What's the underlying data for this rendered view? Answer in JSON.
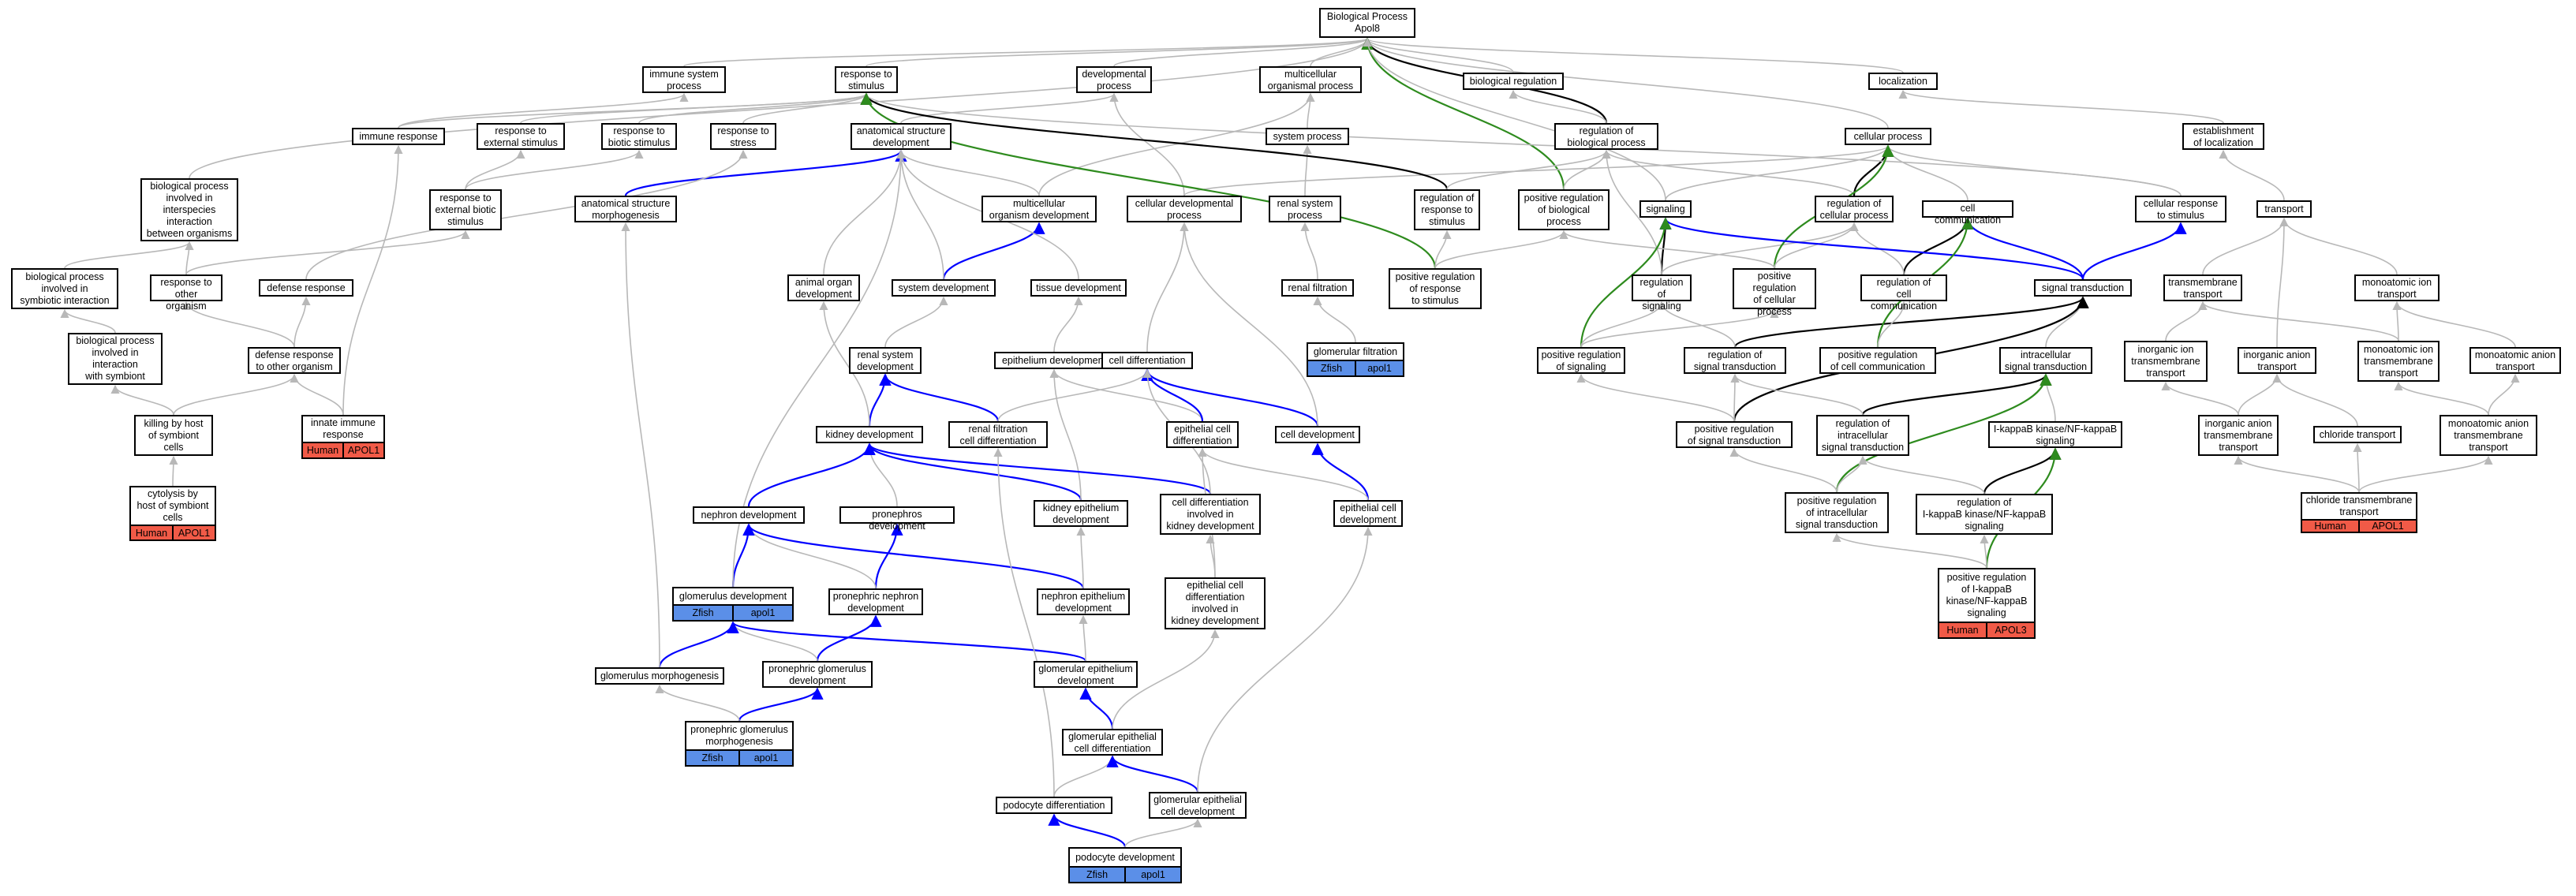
{
  "colors": {
    "grey": "#b8b8b8",
    "black": "#000000",
    "blue": "#0000ff",
    "green": "#2e8b1e",
    "human": "#f15a47",
    "zfish": "#5b8fe8"
  },
  "nodes": [
    {
      "id": "bp",
      "label": "Biological Process\nApol8"
    },
    {
      "id": "immune_sys",
      "label": "immune system\nprocess"
    },
    {
      "id": "resp_stim",
      "label": "response to\nstimulus"
    },
    {
      "id": "dev_proc",
      "label": "developmental\nprocess"
    },
    {
      "id": "multi_org",
      "label": "multicellular\norganismal process"
    },
    {
      "id": "bio_reg",
      "label": "biological regulation"
    },
    {
      "id": "localization",
      "label": "localization"
    },
    {
      "id": "immune_resp",
      "label": "immune response"
    },
    {
      "id": "resp_ext",
      "label": "response to\nexternal stimulus"
    },
    {
      "id": "resp_biotic",
      "label": "response to\nbiotic stimulus"
    },
    {
      "id": "resp_stress",
      "label": "response to\nstress"
    },
    {
      "id": "anat_dev",
      "label": "anatomical structure\ndevelopment"
    },
    {
      "id": "sys_proc",
      "label": "system process"
    },
    {
      "id": "reg_bp",
      "label": "regulation of\nbiological process"
    },
    {
      "id": "cell_proc",
      "label": "cellular process"
    },
    {
      "id": "estab_loc",
      "label": "establishment\nof localization"
    },
    {
      "id": "bp_interspecies",
      "label": "biological process\ninvolved in\ninterspecies\ninteraction\nbetween organisms"
    },
    {
      "id": "resp_ext_biotic",
      "label": "response to\nexternal biotic\nstimulus"
    },
    {
      "id": "anat_morph",
      "label": "anatomical structure\nmorphogenesis"
    },
    {
      "id": "multi_dev",
      "label": "multicellular\norganism development"
    },
    {
      "id": "cell_dev_proc",
      "label": "cellular developmental\nprocess"
    },
    {
      "id": "renal_sys_proc",
      "label": "renal system\nprocess"
    },
    {
      "id": "reg_resp_stim",
      "label": "regulation of\nresponse to\nstimulus"
    },
    {
      "id": "pos_reg_bp",
      "label": "positive regulation\nof biological\nprocess"
    },
    {
      "id": "signaling",
      "label": "signaling"
    },
    {
      "id": "reg_cell_proc",
      "label": "regulation of\ncellular process"
    },
    {
      "id": "cell_comm",
      "label": "cell communication"
    },
    {
      "id": "cell_resp_stim",
      "label": "cellular response\nto stimulus"
    },
    {
      "id": "transport",
      "label": "transport"
    },
    {
      "id": "bp_symbiotic",
      "label": "biological process\ninvolved in\nsymbiotic interaction"
    },
    {
      "id": "resp_other_org",
      "label": "response to\nother organism"
    },
    {
      "id": "defense_resp",
      "label": "defense response"
    },
    {
      "id": "animal_organ",
      "label": "animal organ\ndevelopment"
    },
    {
      "id": "system_dev",
      "label": "system development"
    },
    {
      "id": "tissue_dev",
      "label": "tissue development"
    },
    {
      "id": "renal_filt",
      "label": "renal filtration"
    },
    {
      "id": "pos_reg_resp_stim",
      "label": "positive regulation\nof response\nto stimulus"
    },
    {
      "id": "reg_signaling",
      "label": "regulation of\nsignaling"
    },
    {
      "id": "pos_reg_cell_proc",
      "label": "positive regulation\nof cellular\nprocess"
    },
    {
      "id": "reg_cell_comm",
      "label": "regulation of\ncell communication"
    },
    {
      "id": "signal_trans",
      "label": "signal transduction"
    },
    {
      "id": "transmem",
      "label": "transmembrane\ntransport"
    },
    {
      "id": "ion_trans",
      "label": "monoatomic ion\ntransport"
    },
    {
      "id": "bp_with_symbiont",
      "label": "biological process\ninvolved in\ninteraction\nwith symbiont"
    },
    {
      "id": "defense_other",
      "label": "defense response\nto other organism"
    },
    {
      "id": "renal_sys_dev",
      "label": "renal system\ndevelopment"
    },
    {
      "id": "epith_dev",
      "label": "epithelium development"
    },
    {
      "id": "cell_diff",
      "label": "cell differentiation"
    },
    {
      "id": "glom_filt",
      "label": "glomerular filtration",
      "ann": {
        "type": "zfish",
        "species": "Zfish",
        "gene": "apol1"
      }
    },
    {
      "id": "pos_reg_sig",
      "label": "positive regulation\nof signaling"
    },
    {
      "id": "reg_sig_trans",
      "label": "regulation of\nsignal transduction"
    },
    {
      "id": "pos_reg_cell_comm",
      "label": "positive regulation\nof cell communication"
    },
    {
      "id": "intra_sig",
      "label": "intracellular\nsignal transduction"
    },
    {
      "id": "inorg_ion",
      "label": "inorganic ion\ntransmembrane\ntransport"
    },
    {
      "id": "inorg_anion",
      "label": "inorganic anion\ntransport"
    },
    {
      "id": "ion_transmem",
      "label": "monoatomic ion\ntransmembrane\ntransport"
    },
    {
      "id": "anion_transmem",
      "label": "monoatomic anion\ntransport"
    },
    {
      "id": "killing",
      "label": "killing by host\nof symbiont\ncells"
    },
    {
      "id": "innate",
      "label": "innate immune\nresponse",
      "ann": {
        "type": "human",
        "species": "Human",
        "gene": "APOL1"
      }
    },
    {
      "id": "kidney_dev",
      "label": "kidney development"
    },
    {
      "id": "renal_filt_diff",
      "label": "renal filtration\ncell differentiation"
    },
    {
      "id": "epith_cell_diff",
      "label": "epithelial cell\ndifferentiation"
    },
    {
      "id": "cell_development",
      "label": "cell development"
    },
    {
      "id": "pos_reg_sig_trans",
      "label": "positive regulation\nof signal transduction"
    },
    {
      "id": "reg_intra",
      "label": "regulation of\nintracellular\nsignal transduction"
    },
    {
      "id": "ikb",
      "label": "I-kappaB kinase/NF-kappaB\nsignaling"
    },
    {
      "id": "inorg_anion_transmem",
      "label": "inorganic anion\ntransmembrane\ntransport"
    },
    {
      "id": "chloride",
      "label": "chloride transport"
    },
    {
      "id": "anion_transmem2",
      "label": "monoatomic anion\ntransmembrane\ntransport"
    },
    {
      "id": "cytolysis",
      "label": "cytolysis by\nhost of symbiont\ncells",
      "ann": {
        "type": "human",
        "species": "Human",
        "gene": "APOL1"
      }
    },
    {
      "id": "nephron_dev",
      "label": "nephron development"
    },
    {
      "id": "proneph_dev",
      "label": "pronephros development"
    },
    {
      "id": "kidney_epith",
      "label": "kidney epithelium\ndevelopment"
    },
    {
      "id": "cell_diff_kidney",
      "label": "cell differentiation\ninvolved in\nkidney development"
    },
    {
      "id": "epith_cell_dev",
      "label": "epithelial cell\ndevelopment"
    },
    {
      "id": "pos_reg_intra",
      "label": "positive regulation\nof intracellular\nsignal transduction"
    },
    {
      "id": "reg_ikb",
      "label": "regulation of\nI-kappaB kinase/NF-kappaB\nsignaling"
    },
    {
      "id": "chloride_transmem",
      "label": "chloride transmembrane\ntransport",
      "ann": {
        "type": "human",
        "species": "Human",
        "gene": "APOL1"
      }
    },
    {
      "id": "glom_dev",
      "label": "glomerulus development",
      "ann": {
        "type": "zfish",
        "species": "Zfish",
        "gene": "apol1"
      }
    },
    {
      "id": "proneph_neph",
      "label": "pronephric nephron\ndevelopment"
    },
    {
      "id": "neph_epith",
      "label": "nephron epithelium\ndevelopment"
    },
    {
      "id": "epith_cell_diff_kidney",
      "label": "epithelial cell\ndifferentiation\ninvolved in\nkidney development"
    },
    {
      "id": "pos_reg_ikb",
      "label": "positive regulation\nof I-kappaB\nkinase/NF-kappaB\nsignaling",
      "ann": {
        "type": "human",
        "species": "Human",
        "gene": "APOL3"
      }
    },
    {
      "id": "glom_morph",
      "label": "glomerulus morphogenesis"
    },
    {
      "id": "proneph_glom",
      "label": "pronephric glomerulus\ndevelopment"
    },
    {
      "id": "glom_epith",
      "label": "glomerular epithelium\ndevelopment"
    },
    {
      "id": "proneph_glom_morph",
      "label": "pronephric glomerulus\nmorphogenesis",
      "ann": {
        "type": "zfish",
        "species": "Zfish",
        "gene": "apol1"
      }
    },
    {
      "id": "glom_epith_diff",
      "label": "glomerular epithelial\ncell differentiation"
    },
    {
      "id": "podo_diff",
      "label": "podocyte differentiation"
    },
    {
      "id": "glom_epith_dev",
      "label": "glomerular epithelial\ncell development"
    },
    {
      "id": "podo_dev",
      "label": "podocyte development",
      "ann": {
        "type": "zfish",
        "species": "Zfish",
        "gene": "apol1"
      }
    }
  ],
  "edges": [
    [
      "immune_sys",
      "bp",
      "grey"
    ],
    [
      "resp_stim",
      "bp",
      "grey"
    ],
    [
      "dev_proc",
      "bp",
      "grey"
    ],
    [
      "multi_org",
      "bp",
      "grey"
    ],
    [
      "bio_reg",
      "bp",
      "grey"
    ],
    [
      "localization",
      "bp",
      "grey"
    ],
    [
      "cell_proc",
      "bp",
      "grey"
    ],
    [
      "bp_interspecies",
      "bp",
      "grey"
    ],
    [
      "reg_bp",
      "bp",
      "black"
    ],
    [
      "pos_reg_bp",
      "bp",
      "green"
    ],
    [
      "immune_resp",
      "immune_sys",
      "grey"
    ],
    [
      "immune_resp",
      "resp_stim",
      "grey"
    ],
    [
      "resp_ext",
      "resp_stim",
      "grey"
    ],
    [
      "resp_biotic",
      "resp_stim",
      "grey"
    ],
    [
      "resp_stress",
      "resp_stim",
      "grey"
    ],
    [
      "anat_dev",
      "dev_proc",
      "grey"
    ],
    [
      "sys_proc",
      "multi_org",
      "grey"
    ],
    [
      "reg_bp",
      "bio_reg",
      "grey"
    ],
    [
      "estab_loc",
      "localization",
      "grey"
    ],
    [
      "transport",
      "estab_loc",
      "grey"
    ],
    [
      "resp_ext_biotic",
      "resp_ext",
      "grey"
    ],
    [
      "resp_ext_biotic",
      "resp_biotic",
      "grey"
    ],
    [
      "anat_morph",
      "anat_dev",
      "blue"
    ],
    [
      "multi_dev",
      "anat_dev",
      "grey"
    ],
    [
      "multi_dev",
      "multi_org",
      "grey"
    ],
    [
      "cell_dev_proc",
      "dev_proc",
      "grey"
    ],
    [
      "cell_dev_proc",
      "cell_proc",
      "grey"
    ],
    [
      "renal_sys_proc",
      "sys_proc",
      "grey"
    ],
    [
      "reg_resp_stim",
      "resp_stim",
      "black"
    ],
    [
      "reg_resp_stim",
      "reg_bp",
      "grey"
    ],
    [
      "pos_reg_bp",
      "reg_bp",
      "grey"
    ],
    [
      "signaling",
      "cell_proc",
      "grey"
    ],
    [
      "signaling",
      "bp",
      "grey"
    ],
    [
      "reg_cell_proc",
      "reg_bp",
      "grey"
    ],
    [
      "reg_cell_proc",
      "cell_proc",
      "black"
    ],
    [
      "cell_comm",
      "cell_proc",
      "grey"
    ],
    [
      "cell_resp_stim",
      "cell_proc",
      "grey"
    ],
    [
      "cell_resp_stim",
      "resp_stim",
      "grey"
    ],
    [
      "bp_symbiotic",
      "bp_interspecies",
      "grey"
    ],
    [
      "resp_other_org",
      "bp_interspecies",
      "grey"
    ],
    [
      "resp_other_org",
      "resp_ext_biotic",
      "grey"
    ],
    [
      "defense_resp",
      "resp_stress",
      "grey"
    ],
    [
      "animal_organ",
      "anat_dev",
      "grey"
    ],
    [
      "system_dev",
      "multi_dev",
      "blue"
    ],
    [
      "system_dev",
      "anat_dev",
      "grey"
    ],
    [
      "tissue_dev",
      "anat_dev",
      "grey"
    ],
    [
      "renal_filt",
      "renal_sys_proc",
      "grey"
    ],
    [
      "pos_reg_resp_stim",
      "resp_stim",
      "green"
    ],
    [
      "pos_reg_resp_stim",
      "reg_resp_stim",
      "grey"
    ],
    [
      "pos_reg_resp_stim",
      "pos_reg_bp",
      "grey"
    ],
    [
      "reg_signaling",
      "signaling",
      "black"
    ],
    [
      "reg_signaling",
      "reg_cell_proc",
      "grey"
    ],
    [
      "reg_signaling",
      "reg_bp",
      "grey"
    ],
    [
      "pos_reg_cell_proc",
      "cell_proc",
      "green"
    ],
    [
      "pos_reg_cell_proc",
      "reg_cell_proc",
      "grey"
    ],
    [
      "pos_reg_cell_proc",
      "pos_reg_bp",
      "grey"
    ],
    [
      "reg_cell_comm",
      "cell_comm",
      "black"
    ],
    [
      "reg_cell_comm",
      "reg_cell_proc",
      "grey"
    ],
    [
      "signal_trans",
      "signaling",
      "blue"
    ],
    [
      "signal_trans",
      "cell_comm",
      "blue"
    ],
    [
      "signal_trans",
      "cell_resp_stim",
      "blue"
    ],
    [
      "transmem",
      "transport",
      "grey"
    ],
    [
      "ion_trans",
      "transport",
      "grey"
    ],
    [
      "bp_with_symbiont",
      "bp_symbiotic",
      "grey"
    ],
    [
      "defense_other",
      "defense_resp",
      "grey"
    ],
    [
      "defense_other",
      "resp_other_org",
      "grey"
    ],
    [
      "renal_sys_dev",
      "system_dev",
      "grey"
    ],
    [
      "epith_dev",
      "tissue_dev",
      "grey"
    ],
    [
      "cell_diff",
      "cell_dev_proc",
      "grey"
    ],
    [
      "glom_filt",
      "renal_filt",
      "grey"
    ],
    [
      "pos_reg_sig",
      "signaling",
      "green"
    ],
    [
      "pos_reg_sig",
      "reg_signaling",
      "grey"
    ],
    [
      "pos_reg_sig",
      "pos_reg_cell_proc",
      "grey"
    ],
    [
      "reg_sig_trans",
      "signal_trans",
      "black"
    ],
    [
      "reg_sig_trans",
      "reg_signaling",
      "grey"
    ],
    [
      "pos_reg_cell_comm",
      "cell_comm",
      "green"
    ],
    [
      "pos_reg_cell_comm",
      "reg_cell_comm",
      "grey"
    ],
    [
      "intra_sig",
      "signal_trans",
      "grey"
    ],
    [
      "inorg_ion",
      "transmem",
      "grey"
    ],
    [
      "inorg_anion",
      "transport",
      "grey"
    ],
    [
      "ion_transmem",
      "transmem",
      "grey"
    ],
    [
      "ion_transmem",
      "ion_trans",
      "grey"
    ],
    [
      "anion_transmem",
      "ion_trans",
      "grey"
    ],
    [
      "killing",
      "bp_with_symbiont",
      "grey"
    ],
    [
      "killing",
      "defense_other",
      "grey"
    ],
    [
      "innate",
      "defense_other",
      "grey"
    ],
    [
      "innate",
      "immune_resp",
      "grey"
    ],
    [
      "kidney_dev",
      "renal_sys_dev",
      "blue"
    ],
    [
      "kidney_dev",
      "animal_organ",
      "grey"
    ],
    [
      "renal_filt_diff",
      "renal_sys_dev",
      "blue"
    ],
    [
      "renal_filt_diff",
      "cell_diff",
      "grey"
    ],
    [
      "epith_cell_diff",
      "epith_dev",
      "grey"
    ],
    [
      "epith_cell_diff",
      "cell_diff",
      "blue"
    ],
    [
      "cell_development",
      "cell_diff",
      "blue"
    ],
    [
      "cell_development",
      "cell_dev_proc",
      "grey"
    ],
    [
      "pos_reg_sig_trans",
      "signal_trans",
      "black"
    ],
    [
      "pos_reg_sig_trans",
      "reg_sig_trans",
      "grey"
    ],
    [
      "pos_reg_sig_trans",
      "pos_reg_sig",
      "grey"
    ],
    [
      "reg_intra",
      "intra_sig",
      "black"
    ],
    [
      "reg_intra",
      "reg_sig_trans",
      "grey"
    ],
    [
      "ikb",
      "intra_sig",
      "grey"
    ],
    [
      "inorg_anion_transmem",
      "inorg_ion",
      "grey"
    ],
    [
      "inorg_anion_transmem",
      "inorg_anion",
      "grey"
    ],
    [
      "chloride",
      "inorg_anion",
      "grey"
    ],
    [
      "anion_transmem2",
      "anion_transmem",
      "grey"
    ],
    [
      "anion_transmem2",
      "ion_transmem",
      "grey"
    ],
    [
      "cytolysis",
      "killing",
      "grey"
    ],
    [
      "nephron_dev",
      "kidney_dev",
      "blue"
    ],
    [
      "proneph_dev",
      "kidney_dev",
      "grey"
    ],
    [
      "kidney_epith",
      "kidney_dev",
      "blue"
    ],
    [
      "kidney_epith",
      "epith_dev",
      "grey"
    ],
    [
      "cell_diff_kidney",
      "kidney_dev",
      "blue"
    ],
    [
      "cell_diff_kidney",
      "cell_diff",
      "grey"
    ],
    [
      "epith_cell_dev",
      "cell_development",
      "blue"
    ],
    [
      "epith_cell_dev",
      "epith_cell_diff",
      "grey"
    ],
    [
      "pos_reg_intra",
      "intra_sig",
      "green"
    ],
    [
      "pos_reg_intra",
      "reg_intra",
      "grey"
    ],
    [
      "pos_reg_intra",
      "pos_reg_sig_trans",
      "grey"
    ],
    [
      "reg_ikb",
      "ikb",
      "black"
    ],
    [
      "reg_ikb",
      "reg_intra",
      "grey"
    ],
    [
      "chloride_transmem",
      "inorg_anion_transmem",
      "grey"
    ],
    [
      "chloride_transmem",
      "chloride",
      "grey"
    ],
    [
      "chloride_transmem",
      "anion_transmem2",
      "grey"
    ],
    [
      "glom_dev",
      "nephron_dev",
      "blue"
    ],
    [
      "glom_dev",
      "anat_dev",
      "grey"
    ],
    [
      "proneph_neph",
      "proneph_dev",
      "blue"
    ],
    [
      "proneph_neph",
      "nephron_dev",
      "grey"
    ],
    [
      "neph_epith",
      "nephron_dev",
      "blue"
    ],
    [
      "neph_epith",
      "kidney_epith",
      "grey"
    ],
    [
      "epith_cell_diff_kidney",
      "cell_diff_kidney",
      "grey"
    ],
    [
      "epith_cell_diff_kidney",
      "epith_cell_diff",
      "grey"
    ],
    [
      "pos_reg_ikb",
      "ikb",
      "green"
    ],
    [
      "pos_reg_ikb",
      "reg_ikb",
      "grey"
    ],
    [
      "pos_reg_ikb",
      "pos_reg_intra",
      "grey"
    ],
    [
      "glom_morph",
      "glom_dev",
      "blue"
    ],
    [
      "glom_morph",
      "anat_morph",
      "grey"
    ],
    [
      "proneph_glom",
      "proneph_neph",
      "blue"
    ],
    [
      "proneph_glom",
      "glom_dev",
      "grey"
    ],
    [
      "glom_epith",
      "glom_dev",
      "blue"
    ],
    [
      "glom_epith",
      "neph_epith",
      "grey"
    ],
    [
      "proneph_glom_morph",
      "proneph_glom",
      "blue"
    ],
    [
      "proneph_glom_morph",
      "glom_morph",
      "grey"
    ],
    [
      "glom_epith_diff",
      "glom_epith",
      "blue"
    ],
    [
      "glom_epith_diff",
      "epith_cell_diff_kidney",
      "grey"
    ],
    [
      "podo_diff",
      "glom_epith_diff",
      "grey"
    ],
    [
      "podo_diff",
      "renal_filt_diff",
      "grey"
    ],
    [
      "glom_epith_dev",
      "glom_epith_diff",
      "blue"
    ],
    [
      "glom_epith_dev",
      "epith_cell_dev",
      "grey"
    ],
    [
      "podo_dev",
      "podo_diff",
      "blue"
    ],
    [
      "podo_dev",
      "glom_epith_dev",
      "grey"
    ]
  ]
}
